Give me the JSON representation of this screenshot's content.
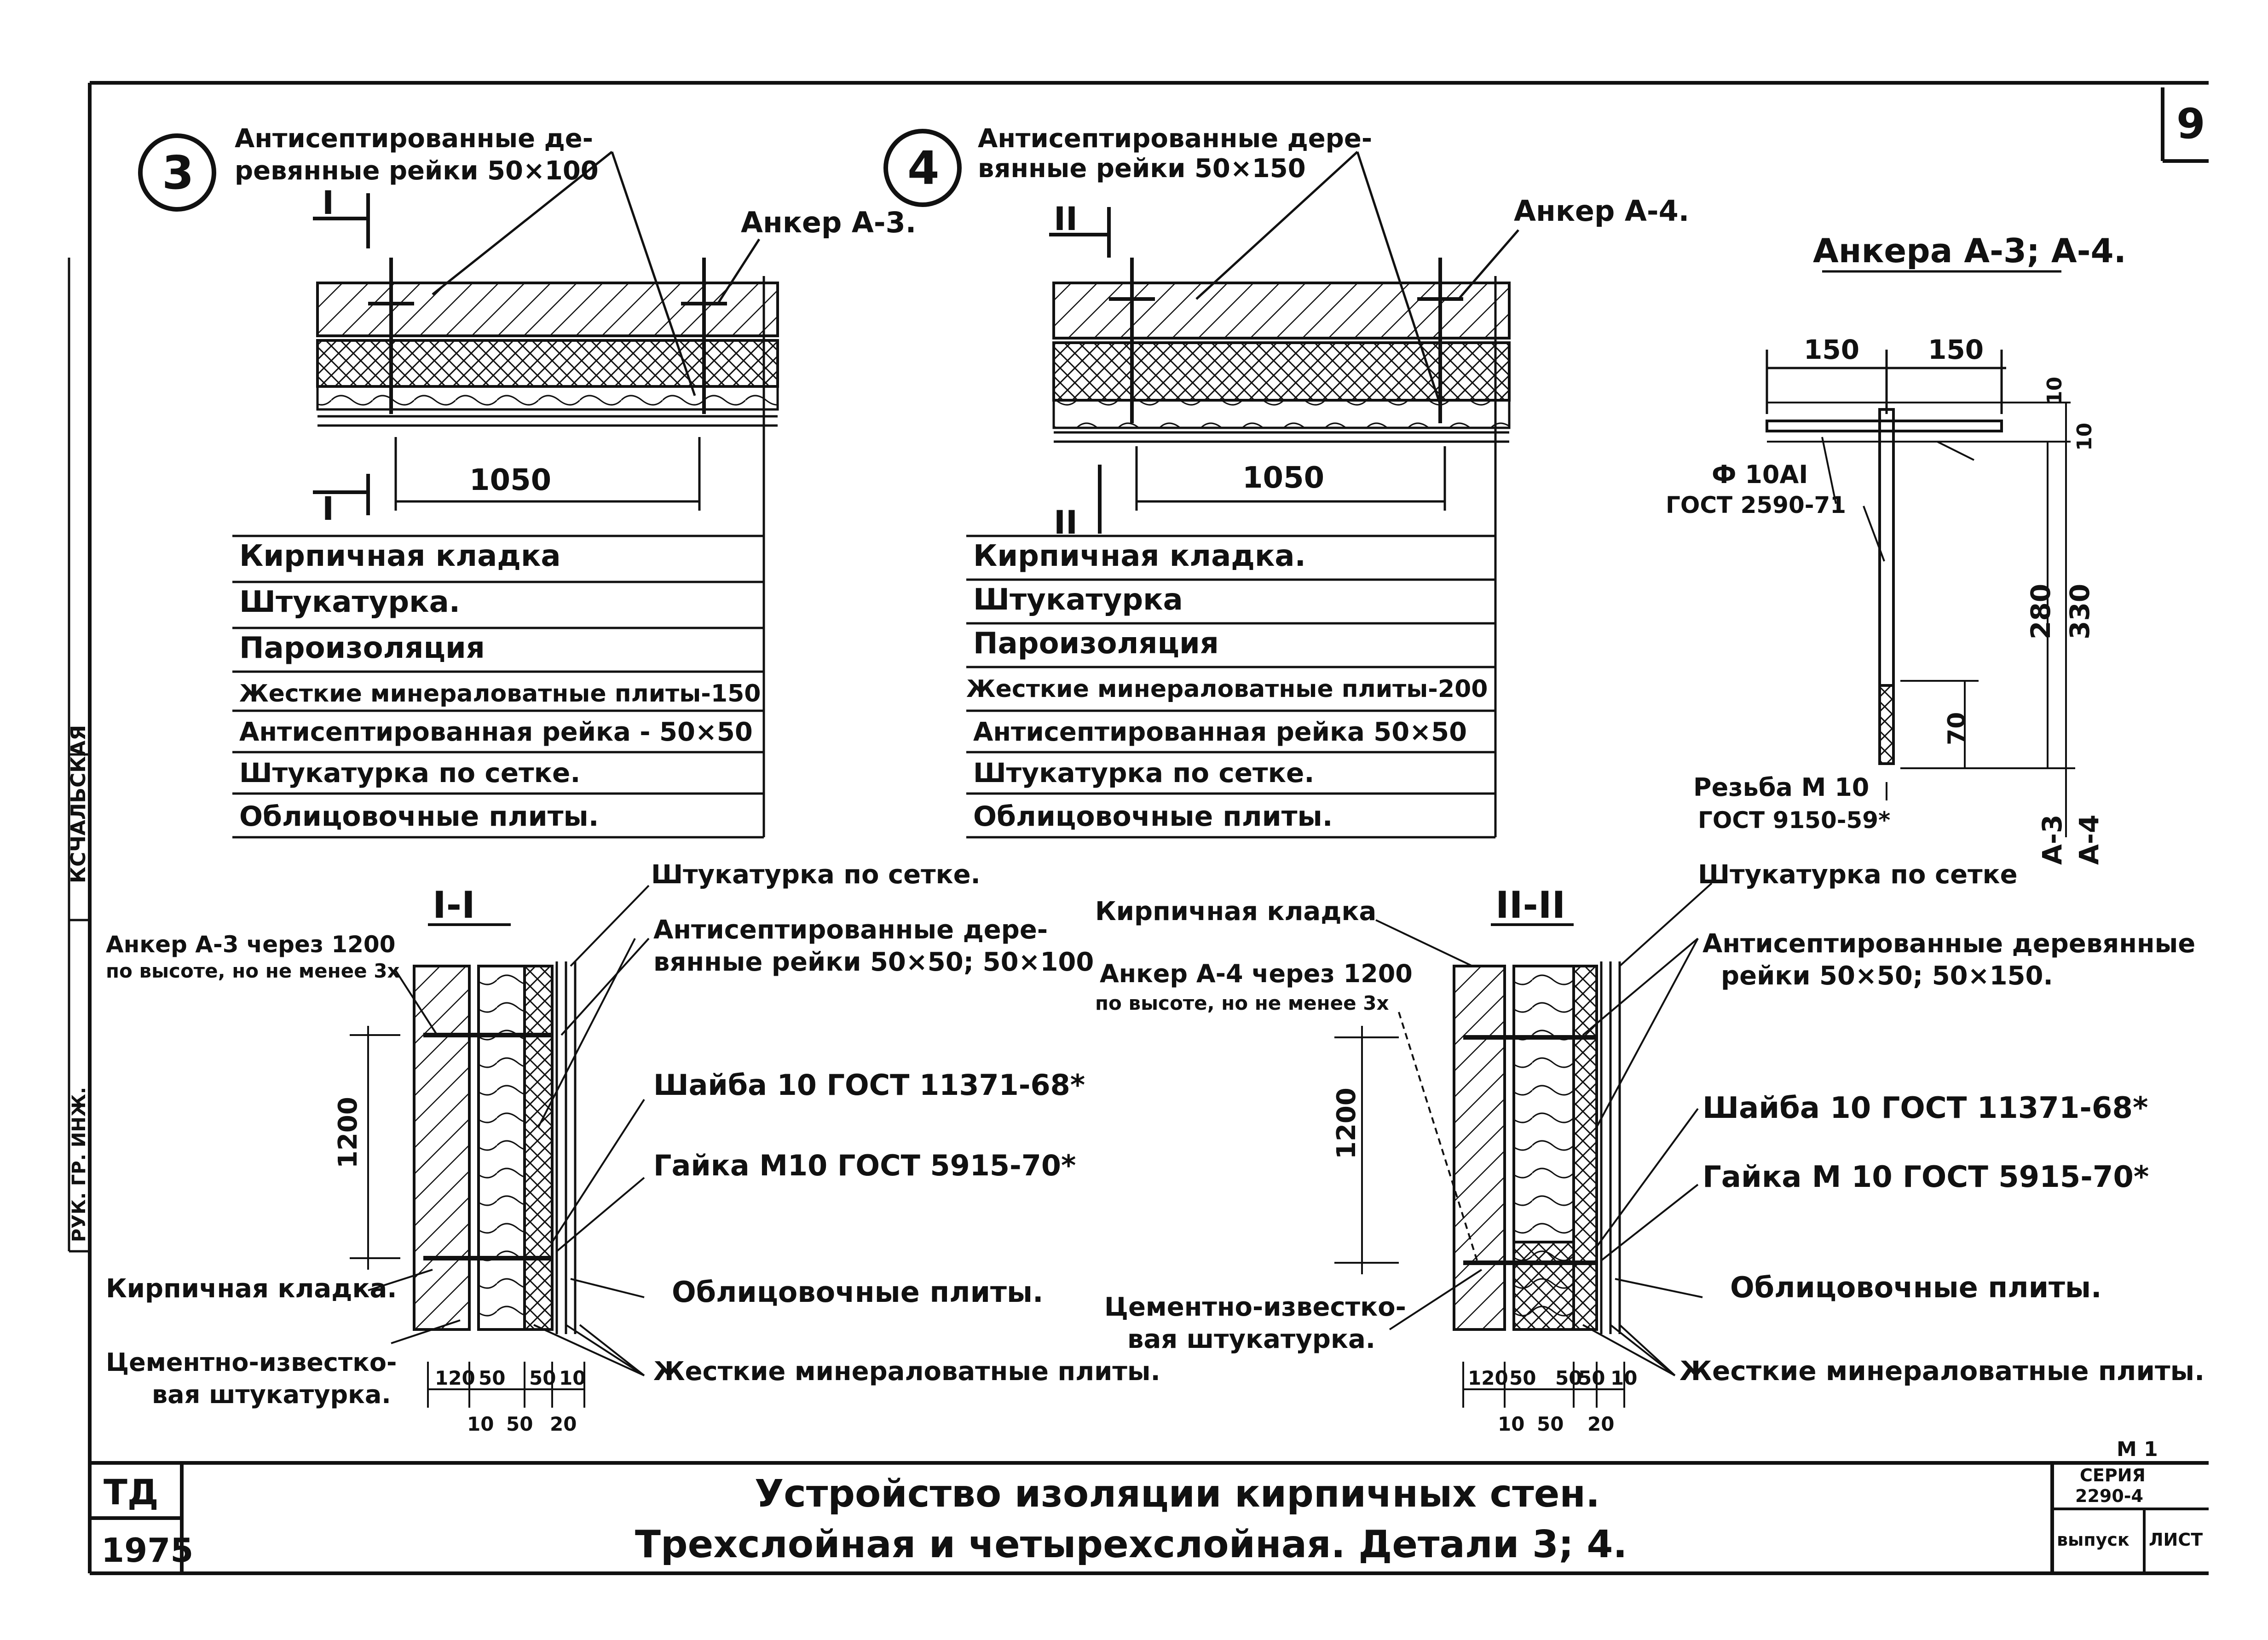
{
  "sheet": {
    "sheet_number": "9",
    "side_labels": [
      "КСЧАЛЬСКАЯ",
      "РУК. ГР. ИНЖ."
    ],
    "title_block": {
      "code": "ТД",
      "year": "1975",
      "title_line1": "Устройство изоляции кирпичных стен.",
      "title_line2": "Трехслойная и четырехслойная. Детали 3; 4.",
      "m_label": "М 1",
      "series_label": "СЕРИЯ",
      "series_value": "2290-4",
      "issue_label": "выпуск",
      "sheet_label": "ЛИСТ"
    }
  },
  "detail3": {
    "number": "3",
    "rails_line1": "Антисептированные де-",
    "rails_line2": "ревянные рейки 50×100",
    "anchor_label": "Анкер А-3.",
    "cut_top": "I",
    "cut_bottom": "I",
    "dim": "1050",
    "layers": [
      "Кирпичная кладка",
      "Штукатурка.",
      "Пароизоляция",
      "Жесткие минераловатные плиты-150",
      "Антисептированная рейка - 50×50",
      "Штукатурка по сетке.",
      "Облицовочные плиты."
    ]
  },
  "detail4": {
    "number": "4",
    "rails_line1": "Антисептированные дере-",
    "rails_line2": "вянные рейки 50×150",
    "anchor_label": "Анкер А-4.",
    "cut_top": "II",
    "cut_bottom": "II",
    "dim": "1050",
    "layers": [
      "Кирпичная кладка.",
      "Штукатурка",
      "Пароизоляция",
      "Жесткие минераловатные плиты-200",
      "Антисептированная рейка 50×50",
      "Штукатурка по сетке.",
      "Облицовочные плиты."
    ]
  },
  "anchors": {
    "title": "Анкера А-3; А-4.",
    "dim_150a": "150",
    "dim_150b": "150",
    "dim_10a": "10",
    "dim_10b": "10",
    "rod_line1": "Ф 10АI",
    "rod_line2": "ГОСТ 2590-71",
    "dim_280": "280",
    "dim_330": "330",
    "dim_70": "70",
    "thread_line1": "Резьба М 10",
    "thread_line2": "ГОСТ 9150-59*",
    "label_a3": "А-3",
    "label_a4": "А-4"
  },
  "section1": {
    "title": "I-I",
    "mesh_plaster": "Штукатурка по сетке.",
    "anchor_line1": "Анкер А-3 через 1200",
    "anchor_line2": "по высоте, но не менее 3х",
    "rails_line1": "Антисептированные дере-",
    "rails_line2": "вянные рейки 50×50; 50×100",
    "washer": "Шайба 10 ГОСТ 11371-68*",
    "nut": "Гайка М10 ГОСТ 5915-70*",
    "dim_1200": "1200",
    "brick": "Кирпичная кладка.",
    "facing": "Облицовочные плиты.",
    "cement_line1": "Цементно-известко-",
    "cement_line2": "вая штукатурка.",
    "mineral": "Жесткие минераловатные плиты.",
    "dims_top": [
      "120",
      "50",
      "50",
      "10"
    ],
    "dims_bottom": [
      "10",
      "50",
      "20"
    ]
  },
  "section2": {
    "title": "II-II",
    "mesh_plaster": "Штукатурка по сетке",
    "brick": "Кирпичная кладка",
    "anchor_line1": "Анкер А-4 через 1200",
    "anchor_line2": "по высоте, но не менее 3х",
    "rails_line1": "Антисептированные деревянные",
    "rails_line2": "рейки 50×50; 50×150.",
    "washer": "Шайба 10 ГОСТ 11371-68*",
    "nut": "Гайка М 10 ГОСТ 5915-70*",
    "dim_1200": "1200",
    "facing": "Облицовочные плиты.",
    "cement_line1": "Цементно-известко-",
    "cement_line2": "вая штукатурка.",
    "mineral": "Жесткие минераловатные плиты.",
    "dims_top": [
      "120",
      "50",
      "50",
      "50",
      "10"
    ],
    "dims_bottom": [
      "10",
      "50",
      "20"
    ]
  }
}
